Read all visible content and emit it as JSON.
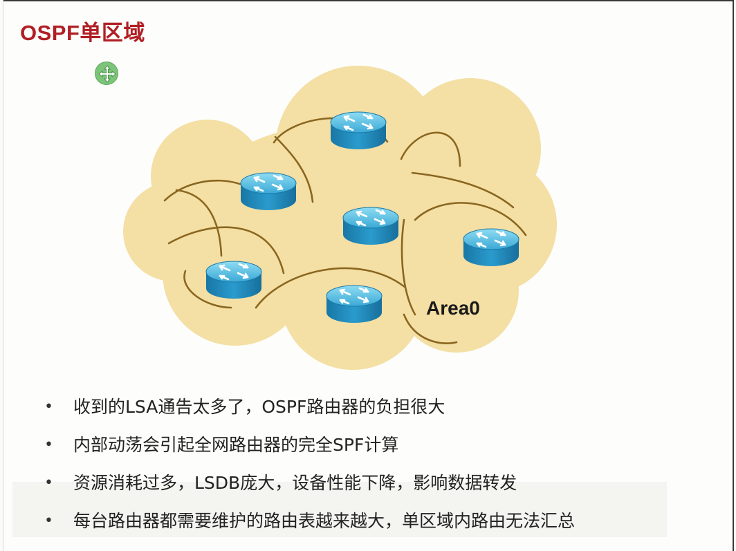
{
  "slide": {
    "title": "OSPF单区域",
    "move_handle_icon": "move-arrows-icon"
  },
  "diagram": {
    "area_label": "Area0",
    "router_icon": "router-icon",
    "router_count": 6,
    "colors": {
      "cloud_fill": "#f4dfa4",
      "cloud_stroke": "#8a6620",
      "router_top": "#6cc9e6",
      "router_body": "#1f8cbc"
    }
  },
  "bullets": [
    {
      "text": "收到的LSA通告太多了，OSPF路由器的负担很大"
    },
    {
      "text": "内部动荡会引起全网路由器的完全SPF计算"
    },
    {
      "text": "资源消耗过多，LSDB庞大，设备性能下降，影响数据转发"
    },
    {
      "text": "每台路由器都需要维护的路由表越来越大，单区域内路由无法汇总"
    }
  ],
  "colors": {
    "title": "#b01f24",
    "text": "#222222"
  }
}
